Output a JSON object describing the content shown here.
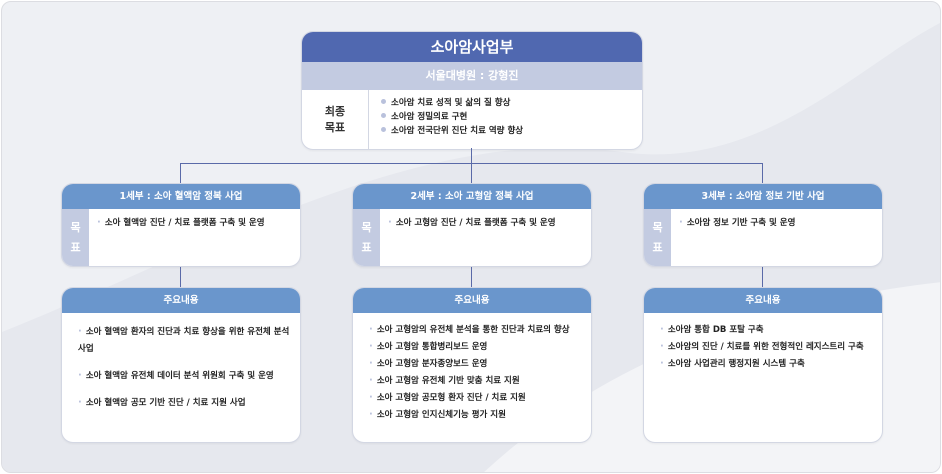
{
  "top": {
    "title": "소아암사업부",
    "subtitle": "서울대병원 : 강형진",
    "label_line1": "최종",
    "label_line2": "목표",
    "goals": [
      "소아암 치료 성적 및 삶의 질 향상",
      "소아암 정밀의료 구현",
      "소아암 전국단위 진단 치료 역량 향상"
    ]
  },
  "goal_label": [
    "목",
    "표"
  ],
  "content_title": "주요내용",
  "projects": [
    {
      "title": "1세부 : 소아 혈액암 정복 사업",
      "goals": [
        "소아 혈액암 진단 / 치료 플랫폼 구축 및 운영"
      ],
      "contents": [
        "소아 혈액암 환자의 진단과 치료 향상을 위한 유전체 분석 사업",
        "소아 혈액암 유전체 데이터 분석 위원회 구축 및 운영",
        "소아 혈액암 공모 기반 진단 / 치료 지원 사업"
      ]
    },
    {
      "title": "2세부 : 소아 고형암 정복 사업",
      "goals": [
        "소아 고형암 진단 / 치료 플랫폼 구축 및 운영"
      ],
      "contents": [
        "소아 고형암의 유전체 분석을 통한 진단과 치료의 향상",
        "소아 고형암 통합병리보드 운영",
        "소아 고형암 분자종양보드 운영",
        "소아 고형암 유전체 기반 맞춤 치료 지원",
        "소아 고형암 공모형 환자 진단 / 치료 지원",
        "소아 고형암 인지신체기능 평가 지원"
      ]
    },
    {
      "title": "3세부 : 소아암 정보 기반 사업",
      "goals": [
        "소아암 정보 기반 구축 및 운영"
      ],
      "contents": [
        "소아암 통합 DB 포탈 구축",
        "소아암의 진단 / 치료를 위한 전형적인 레지스트리 구축",
        "소아암 사업관리 행정지원 시스템 구축"
      ]
    }
  ],
  "colors": {
    "primary": "#5068b0",
    "secondary": "#6a96cc",
    "light": "#c3cbe1"
  }
}
